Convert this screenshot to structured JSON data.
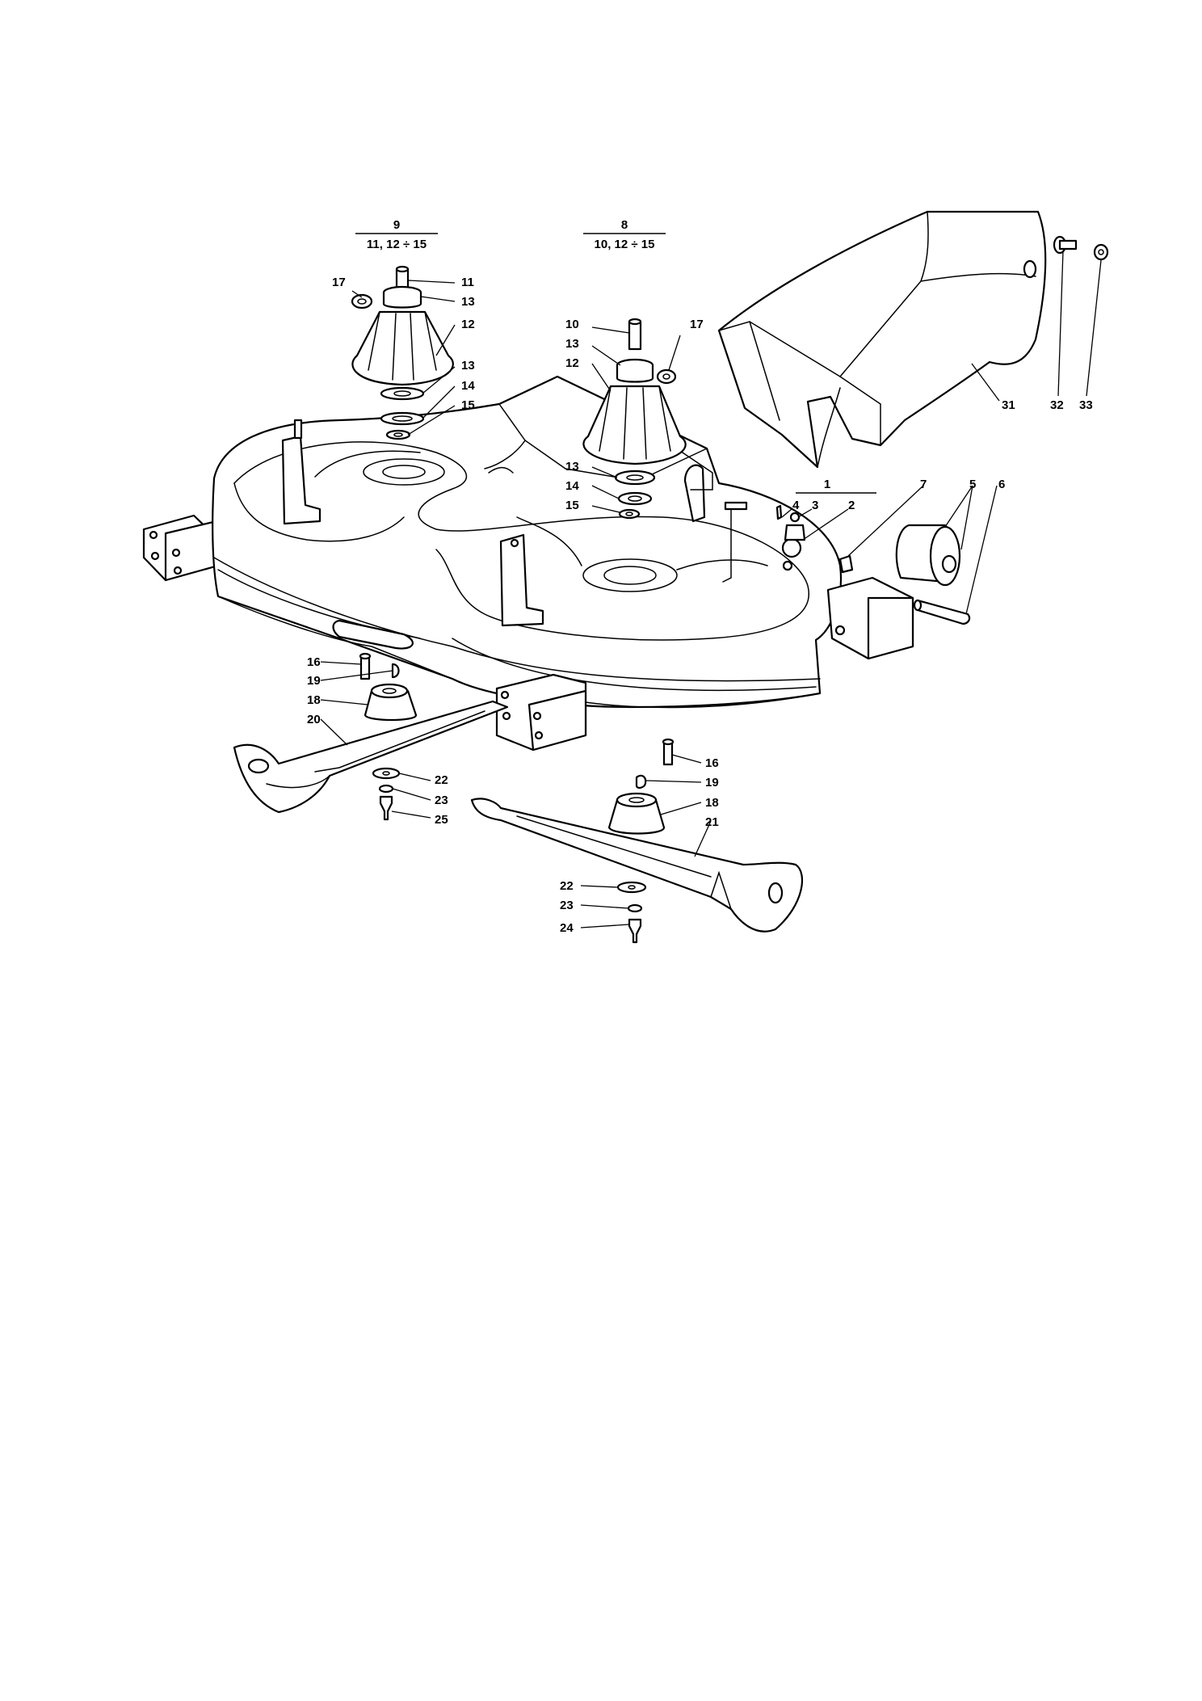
{
  "assemblies": [
    {
      "id": "9",
      "numerator": "9",
      "denominator": "11, 12 ÷ 15"
    },
    {
      "id": "8",
      "numerator": "8",
      "denominator": "10, 12 ÷ 15"
    },
    {
      "id": "1",
      "numerator": "1",
      "denominator": ""
    }
  ],
  "callouts": [
    "11",
    "13",
    "17",
    "12",
    "13",
    "14",
    "15",
    "10",
    "13",
    "17",
    "12",
    "13",
    "14",
    "15",
    "4",
    "3",
    "2",
    "7",
    "5",
    "6",
    "31",
    "32",
    "33",
    "16",
    "19",
    "18",
    "20",
    "22",
    "23",
    "25",
    "16",
    "19",
    "18",
    "21",
    "22",
    "23",
    "24"
  ]
}
